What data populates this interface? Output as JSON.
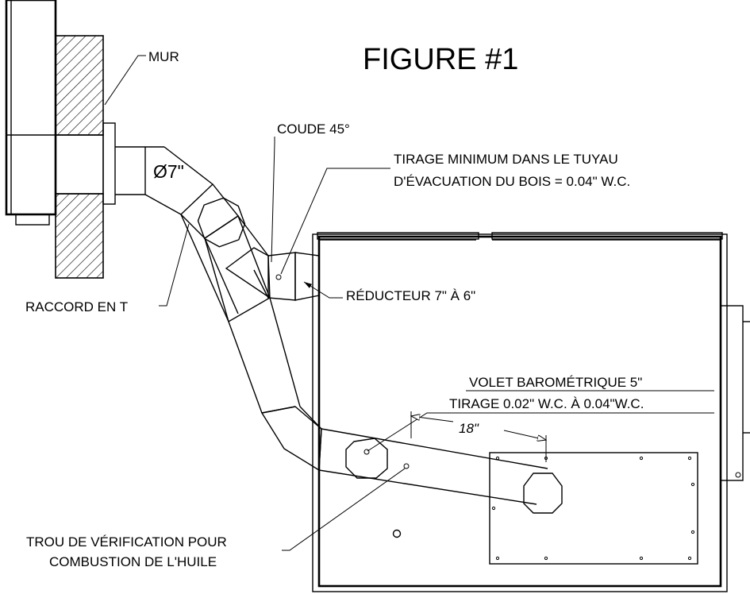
{
  "figure": {
    "title": "FIGURE #1"
  },
  "labels": {
    "wall": "MUR",
    "elbow": "COUDE 45°",
    "draft_line1": "TIRAGE MINIMUM DANS LE TUYAU",
    "draft_line2": "D'ÉVACUATION DU BOIS = 0.04\" W.C.",
    "reducer": "RÉDUCTEUR 7\" À 6\"",
    "tee": "RACCORD EN T",
    "damper_line1": "VOLET BAROMÉTRIQUE 5\"",
    "damper_line2": "TIRAGE  0.02\" W.C. À 0.04\"W.C.",
    "hole_line1": "TROU DE VÉRIFICATION POUR",
    "hole_line2": "COMBUSTION DE L'HUILE"
  },
  "dimensions": {
    "pipe_diameter": "Ø7\"",
    "damper_distance": "18\""
  }
}
